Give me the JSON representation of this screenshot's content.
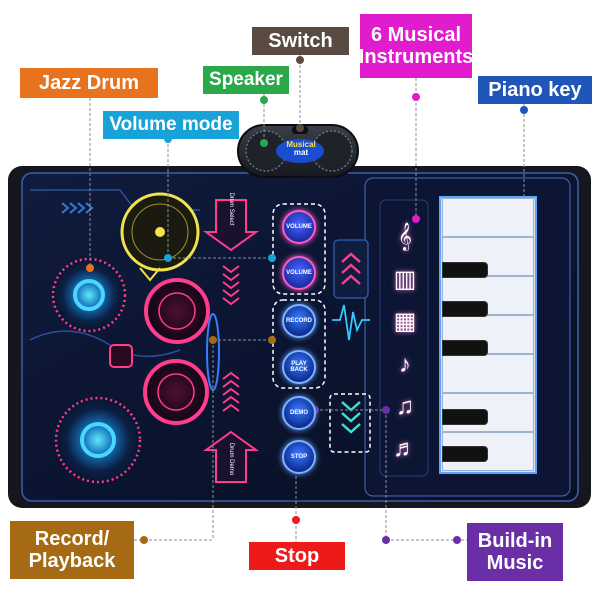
{
  "labels": {
    "jazz_drum": "Jazz Drum",
    "volume_mode": "Volume mode",
    "speaker": "Speaker",
    "switch": "Switch",
    "six_instruments_line1": "6 Musical",
    "six_instruments_line2": "Instruments",
    "piano_key": "Piano key",
    "record_line1": "Record/",
    "record_line2": "Playback",
    "stop": "Stop",
    "build_line1": "Build-in",
    "build_line2": "Music"
  },
  "mat": {
    "speaker_logo_line1": "Musical",
    "speaker_logo_line2": "mat",
    "drum_select": "Drum Select",
    "drum_demo": "Drum Demo",
    "buttons": {
      "volume_up": "VOLUME",
      "volume_down": "VOLUME",
      "record": "RECORD",
      "playback": "PLAY BACK",
      "demo": "DEMO",
      "stop": "STOP"
    },
    "instrument_icons": [
      "guitar-icon",
      "xylophone-icon",
      "accordion-icon",
      "trumpet-icon",
      "violin-icon",
      "piano-icon"
    ]
  },
  "colors": {
    "jazz_drum": "#e8731f",
    "volume_mode": "#17a3d8",
    "speaker": "#2aa84a",
    "switch": "#5a4b42",
    "six_instruments": "#e11ccf",
    "piano_key": "#1f56b8",
    "record_playback": "#a76a14",
    "stop": "#ee1a1a",
    "build_in_music": "#6a2fa6"
  }
}
